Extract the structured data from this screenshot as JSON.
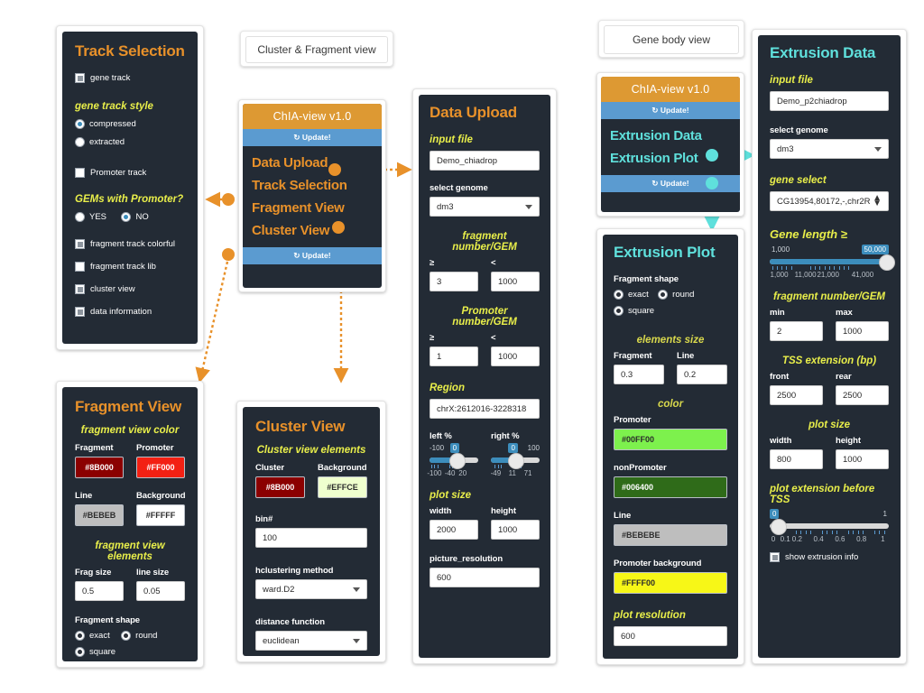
{
  "tabs": [
    {
      "label": "Cluster & Fragment view"
    },
    {
      "label": "Gene body view"
    }
  ],
  "nav_left": {
    "brand": "ChIA-view v1.0",
    "update_top": "Update!",
    "update_bottom": "Update!",
    "items": [
      "Data Upload",
      "Track Selection",
      "Fragment View",
      "Cluster View"
    ]
  },
  "nav_right": {
    "brand": "ChIA-view v1.0",
    "update_top": "Update!",
    "update_bottom": "Update!",
    "items": [
      "Extrusion Data",
      "Extrusion Plot"
    ]
  },
  "track_selection": {
    "title": "Track Selection",
    "gene_track": {
      "label": "gene track",
      "checked": true
    },
    "gene_track_style": {
      "heading": "gene track style",
      "options": [
        "compressed",
        "extracted"
      ],
      "selected": "compressed"
    },
    "promoter_track": {
      "label": "Promoter track",
      "checked": false
    },
    "gems_with_promoter": {
      "heading": "GEMs with Promoter?",
      "options": [
        "YES",
        "NO"
      ],
      "selected": "NO"
    },
    "checkboxes": [
      {
        "label": "fragment track colorful",
        "checked": true
      },
      {
        "label": "fragment track lib",
        "checked": false
      },
      {
        "label": "cluster view",
        "checked": true
      },
      {
        "label": "data information",
        "checked": true
      }
    ]
  },
  "fragment_view": {
    "title": "Fragment View",
    "color_heading": "fragment view color",
    "colors": [
      {
        "label": "Fragment",
        "value": "#8B000",
        "bg": "#8B0000",
        "fg": "light"
      },
      {
        "label": "Promoter",
        "value": "#FF000",
        "bg": "#F32013",
        "fg": "light"
      },
      {
        "label": "Line",
        "value": "#BEBEB",
        "bg": "#BEBEBE",
        "fg": "dark"
      },
      {
        "label": "Background",
        "value": "#FFFFF",
        "bg": "#FFFFFF",
        "fg": "dark"
      }
    ],
    "elements_heading": "fragment view elements",
    "frag_size": {
      "label": "Frag size",
      "value": "0.5"
    },
    "line_size": {
      "label": "line size",
      "value": "0.05"
    },
    "shape": {
      "label": "Fragment shape",
      "options": [
        "exact",
        "round",
        "square"
      ],
      "selected": "round"
    }
  },
  "cluster_view": {
    "title": "Cluster View",
    "elements_heading": "Cluster view elements",
    "colors": [
      {
        "label": "Cluster",
        "value": "#8B000",
        "bg": "#8B0000",
        "fg": "light"
      },
      {
        "label": "Background",
        "value": "#EFFCE",
        "bg": "#EFFFCE",
        "fg": "dark"
      }
    ],
    "bin": {
      "label": "bin#",
      "value": "100"
    },
    "hclustering": {
      "label": "hclustering method",
      "value": "ward.D2"
    },
    "distance": {
      "label": "distance function",
      "value": "euclidean"
    }
  },
  "data_upload": {
    "title": "Data Upload",
    "input_file": {
      "label": "input file",
      "value": "Demo_chiadrop"
    },
    "select_genome": {
      "label": "select genome",
      "value": "dm3"
    },
    "fragment_number": {
      "heading": "fragment number/GEM",
      "min_label": "≥",
      "min_value": "3",
      "max_label": "<",
      "max_value": "1000"
    },
    "promoter_number": {
      "heading": "Promoter number/GEM",
      "min_label": "≥",
      "min_value": "1",
      "max_label": "<",
      "max_value": "1000"
    },
    "region": {
      "heading": "Region",
      "value": "chrX:2612016-3228318"
    },
    "left_pct": {
      "label": "left %",
      "value": "0",
      "end": "-100",
      "ticks": [
        "-100",
        "-40",
        "20"
      ],
      "knob_pct": 48,
      "fill_pct": 48
    },
    "right_pct": {
      "label": "right %",
      "value": "0",
      "end": "100",
      "ticks": [
        "-49",
        "11",
        "71"
      ],
      "knob_pct": 44,
      "fill_pct": 44
    },
    "plot_size": {
      "heading": "plot size",
      "width_label": "width",
      "width_value": "2000",
      "height_label": "height",
      "height_value": "1000"
    },
    "picture_resolution": {
      "label": "picture_resolution",
      "value": "600"
    }
  },
  "extrusion_plot": {
    "title": "Extrusion Plot",
    "shape": {
      "label": "Fragment shape",
      "options": [
        "exact",
        "round",
        "square"
      ],
      "selected": "square"
    },
    "elements_heading": "elements size",
    "fragment": {
      "label": "Fragment",
      "value": "0.3"
    },
    "line": {
      "label": "Line",
      "value": "0.2"
    },
    "color_heading": "color",
    "colors": [
      {
        "label": "Promoter",
        "value": "#00FF00",
        "bg": "#7DF14D",
        "fg": "dark"
      },
      {
        "label": "nonPromoter",
        "value": "#006400",
        "bg": "#2F6B19",
        "fg": "light"
      },
      {
        "label": "Line",
        "value": "#BEBEBE",
        "bg": "#BEBEBE",
        "fg": "dark"
      },
      {
        "label": "Promoter background",
        "value": "#FFFF00",
        "bg": "#F7F717",
        "fg": "dark"
      }
    ],
    "plot_resolution": {
      "label": "plot resolution",
      "value": "600"
    }
  },
  "extrusion_data": {
    "title": "Extrusion Data",
    "input_file": {
      "label": "input file",
      "value": "Demo_p2chiadrop"
    },
    "select_genome": {
      "label": "select genome",
      "value": "dm3"
    },
    "gene_select": {
      "label": "gene select",
      "value": "CG13954,80172,-,chr2R"
    },
    "gene_length": {
      "heading": "Gene length ≥",
      "start_value": "1,000",
      "end_value": "50,000",
      "ticks": [
        "1,000",
        "11,000",
        "21,000",
        "41,000"
      ],
      "knob_pct": 96,
      "fill_pct": 96
    },
    "fragment_number": {
      "heading": "fragment number/GEM",
      "min_label": "min",
      "min_value": "2",
      "max_label": "max",
      "max_value": "1000"
    },
    "tss_extension": {
      "heading": "TSS extension (bp)",
      "front_label": "front",
      "front_value": "2500",
      "rear_label": "rear",
      "rear_value": "2500"
    },
    "plot_size": {
      "heading": "plot size",
      "width_label": "width",
      "width_value": "800",
      "height_label": "height",
      "height_value": "1000"
    },
    "plot_extension": {
      "heading": "plot extension before TSS",
      "start_value": "0",
      "end_value": "1",
      "ticks": [
        "0",
        "0.1",
        "0.2",
        "0.4",
        "0.6",
        "0.8",
        "1"
      ],
      "knob_pct": 3,
      "fill_pct": 0
    },
    "show_info": {
      "label": "show extrusion info",
      "checked": true
    }
  },
  "colors": {
    "accent_orange": "#e8912a",
    "accent_cyan": "#5fe0dc",
    "panel_bg": "#232b35",
    "nav_brand": "#dd9933",
    "nav_update": "#5b9bd0"
  }
}
